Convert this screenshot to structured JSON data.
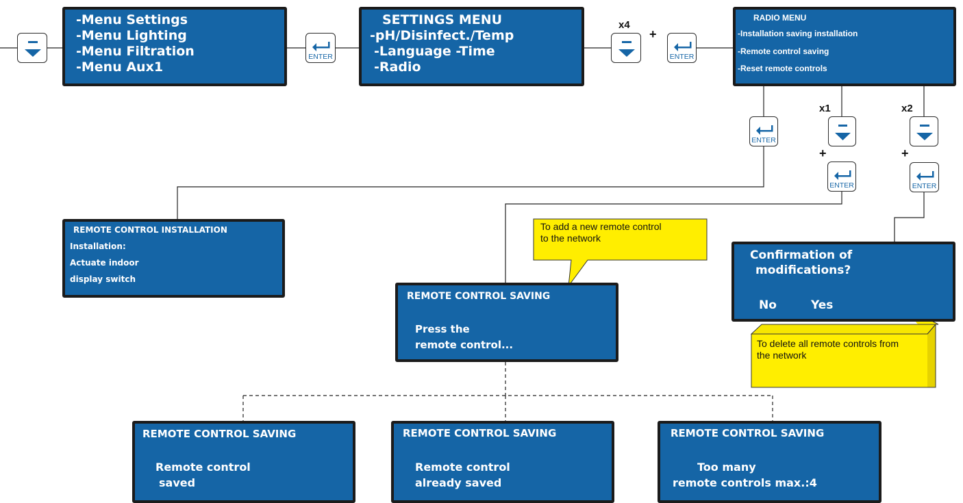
{
  "colors": {
    "screen": "#1565a6",
    "border": "#1b1b1b",
    "callout": "#ffee00"
  },
  "screens": {
    "main_menu": {
      "lines": [
        "-Menu Settings",
        "-Menu Lighting",
        "-Menu Filtration",
        "-Menu Aux1"
      ]
    },
    "settings_menu": {
      "lines": [
        "SETTINGS MENU",
        "-pH/Disinfect./Temp",
        "-Language -Time",
        "-Radio"
      ]
    },
    "radio_menu": {
      "lines": [
        "RADIO MENU",
        "-Installation saving installation",
        "-Remote control saving",
        "-Reset remote controls"
      ]
    },
    "remote_installation": {
      "lines": [
        "REMOTE CONTROL INSTALLATION",
        "Installation:",
        "Actuate indoor",
        "display switch"
      ]
    },
    "remote_saving": {
      "lines": [
        "REMOTE CONTROL SAVING",
        "Press the",
        "remote control..."
      ]
    },
    "confirmation": {
      "lines": [
        "Confirmation of",
        "modifications?",
        "No",
        "Yes"
      ]
    },
    "saved": {
      "lines": [
        "REMOTE CONTROL SAVING",
        "Remote control",
        "saved"
      ]
    },
    "already_saved": {
      "lines": [
        "REMOTE CONTROL SAVING",
        "Remote control",
        "already saved"
      ]
    },
    "too_many": {
      "lines": [
        "REMOTE CONTROL SAVING",
        "Too many",
        "remote controls max.:4"
      ]
    }
  },
  "buttons": {
    "enter_label": "ENTER",
    "down_icon": "down-arrow-icon",
    "enter_icon": "enter-arrow-icon"
  },
  "multipliers": {
    "x4": "x4",
    "x1": "x1",
    "x2": "x2",
    "plus": "+"
  },
  "callouts": {
    "add": [
      "To add a new remote control",
      "to the network"
    ],
    "delete": [
      "To delete all remote controls from",
      "the network"
    ]
  }
}
